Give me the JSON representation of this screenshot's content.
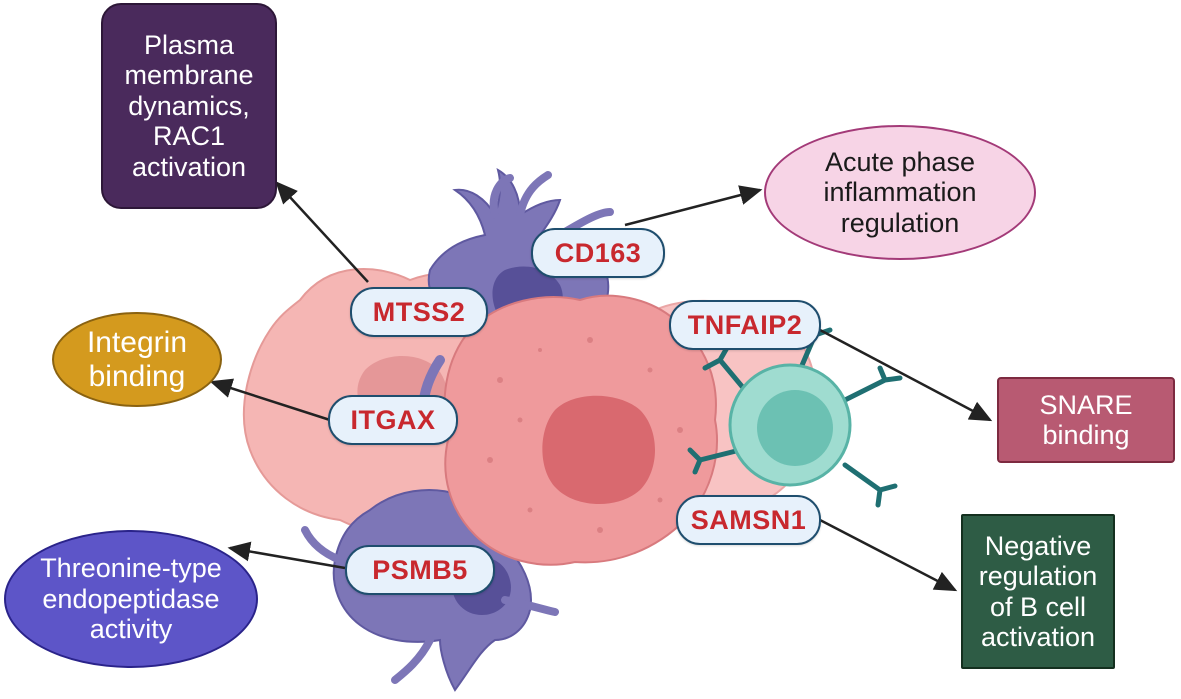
{
  "genes": [
    {
      "id": "mtss2",
      "label": "MTSS2"
    },
    {
      "id": "cd163",
      "label": "CD163"
    },
    {
      "id": "tnfaip2",
      "label": "TNFAIP2"
    },
    {
      "id": "itgax",
      "label": "ITGAX"
    },
    {
      "id": "samsn1",
      "label": "SAMSN1"
    },
    {
      "id": "psmb5",
      "label": "PSMB5"
    }
  ],
  "functions": [
    {
      "id": "plasma-membrane",
      "lines": [
        "Plasma",
        "membrane",
        "dynamics,",
        "RAC1",
        "activation"
      ],
      "fill": "#4a2a5c",
      "text": "#ffffff"
    },
    {
      "id": "acute-phase",
      "lines": [
        "Acute phase",
        "inflammation",
        "regulation"
      ],
      "fill": "#f7d4e6",
      "text": "#1a1a1a"
    },
    {
      "id": "integrin",
      "lines": [
        "Integrin",
        "binding"
      ],
      "fill": "#d49a1e",
      "text": "#ffffff"
    },
    {
      "id": "snare",
      "lines": [
        "SNARE",
        "binding"
      ],
      "fill": "#b85a72",
      "text": "#ffffff"
    },
    {
      "id": "threonine",
      "lines": [
        "Threonine-type",
        "endopeptidase",
        "activity"
      ],
      "fill": "#5d55c8",
      "text": "#ffffff"
    },
    {
      "id": "negative-regulation",
      "lines": [
        "Negative",
        "regulation",
        "of B cell",
        "activation"
      ],
      "fill": "#2e5c45",
      "text": "#ffffff"
    }
  ],
  "colors": {
    "gene_text": "#c8282e",
    "gene_fill": "#e7f1fb",
    "gene_border": "#1f4e6e",
    "tumor_cell": "#ef9a9c",
    "tumor_nucleus": "#d9696f",
    "dendritic_cell": "#7d76b7",
    "lymphocyte": "#9fdcd0",
    "arrow": "#222222"
  }
}
